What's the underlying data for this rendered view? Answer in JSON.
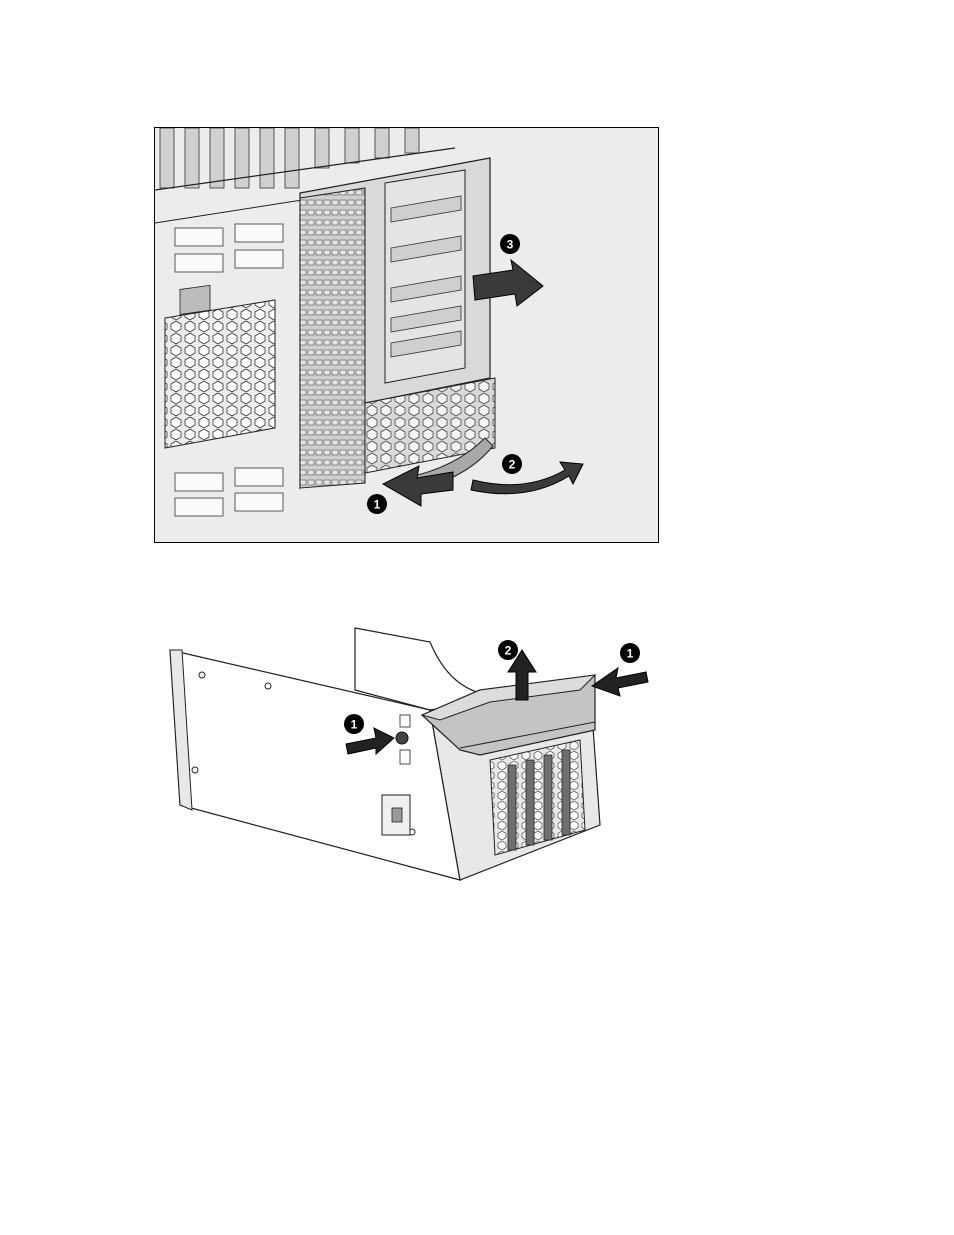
{
  "figures": [
    {
      "id": "riser-cage-removal",
      "callouts": [
        "1",
        "2",
        "3"
      ]
    },
    {
      "id": "riser-cover-removal",
      "callouts": [
        "1",
        "2",
        "1"
      ]
    }
  ]
}
